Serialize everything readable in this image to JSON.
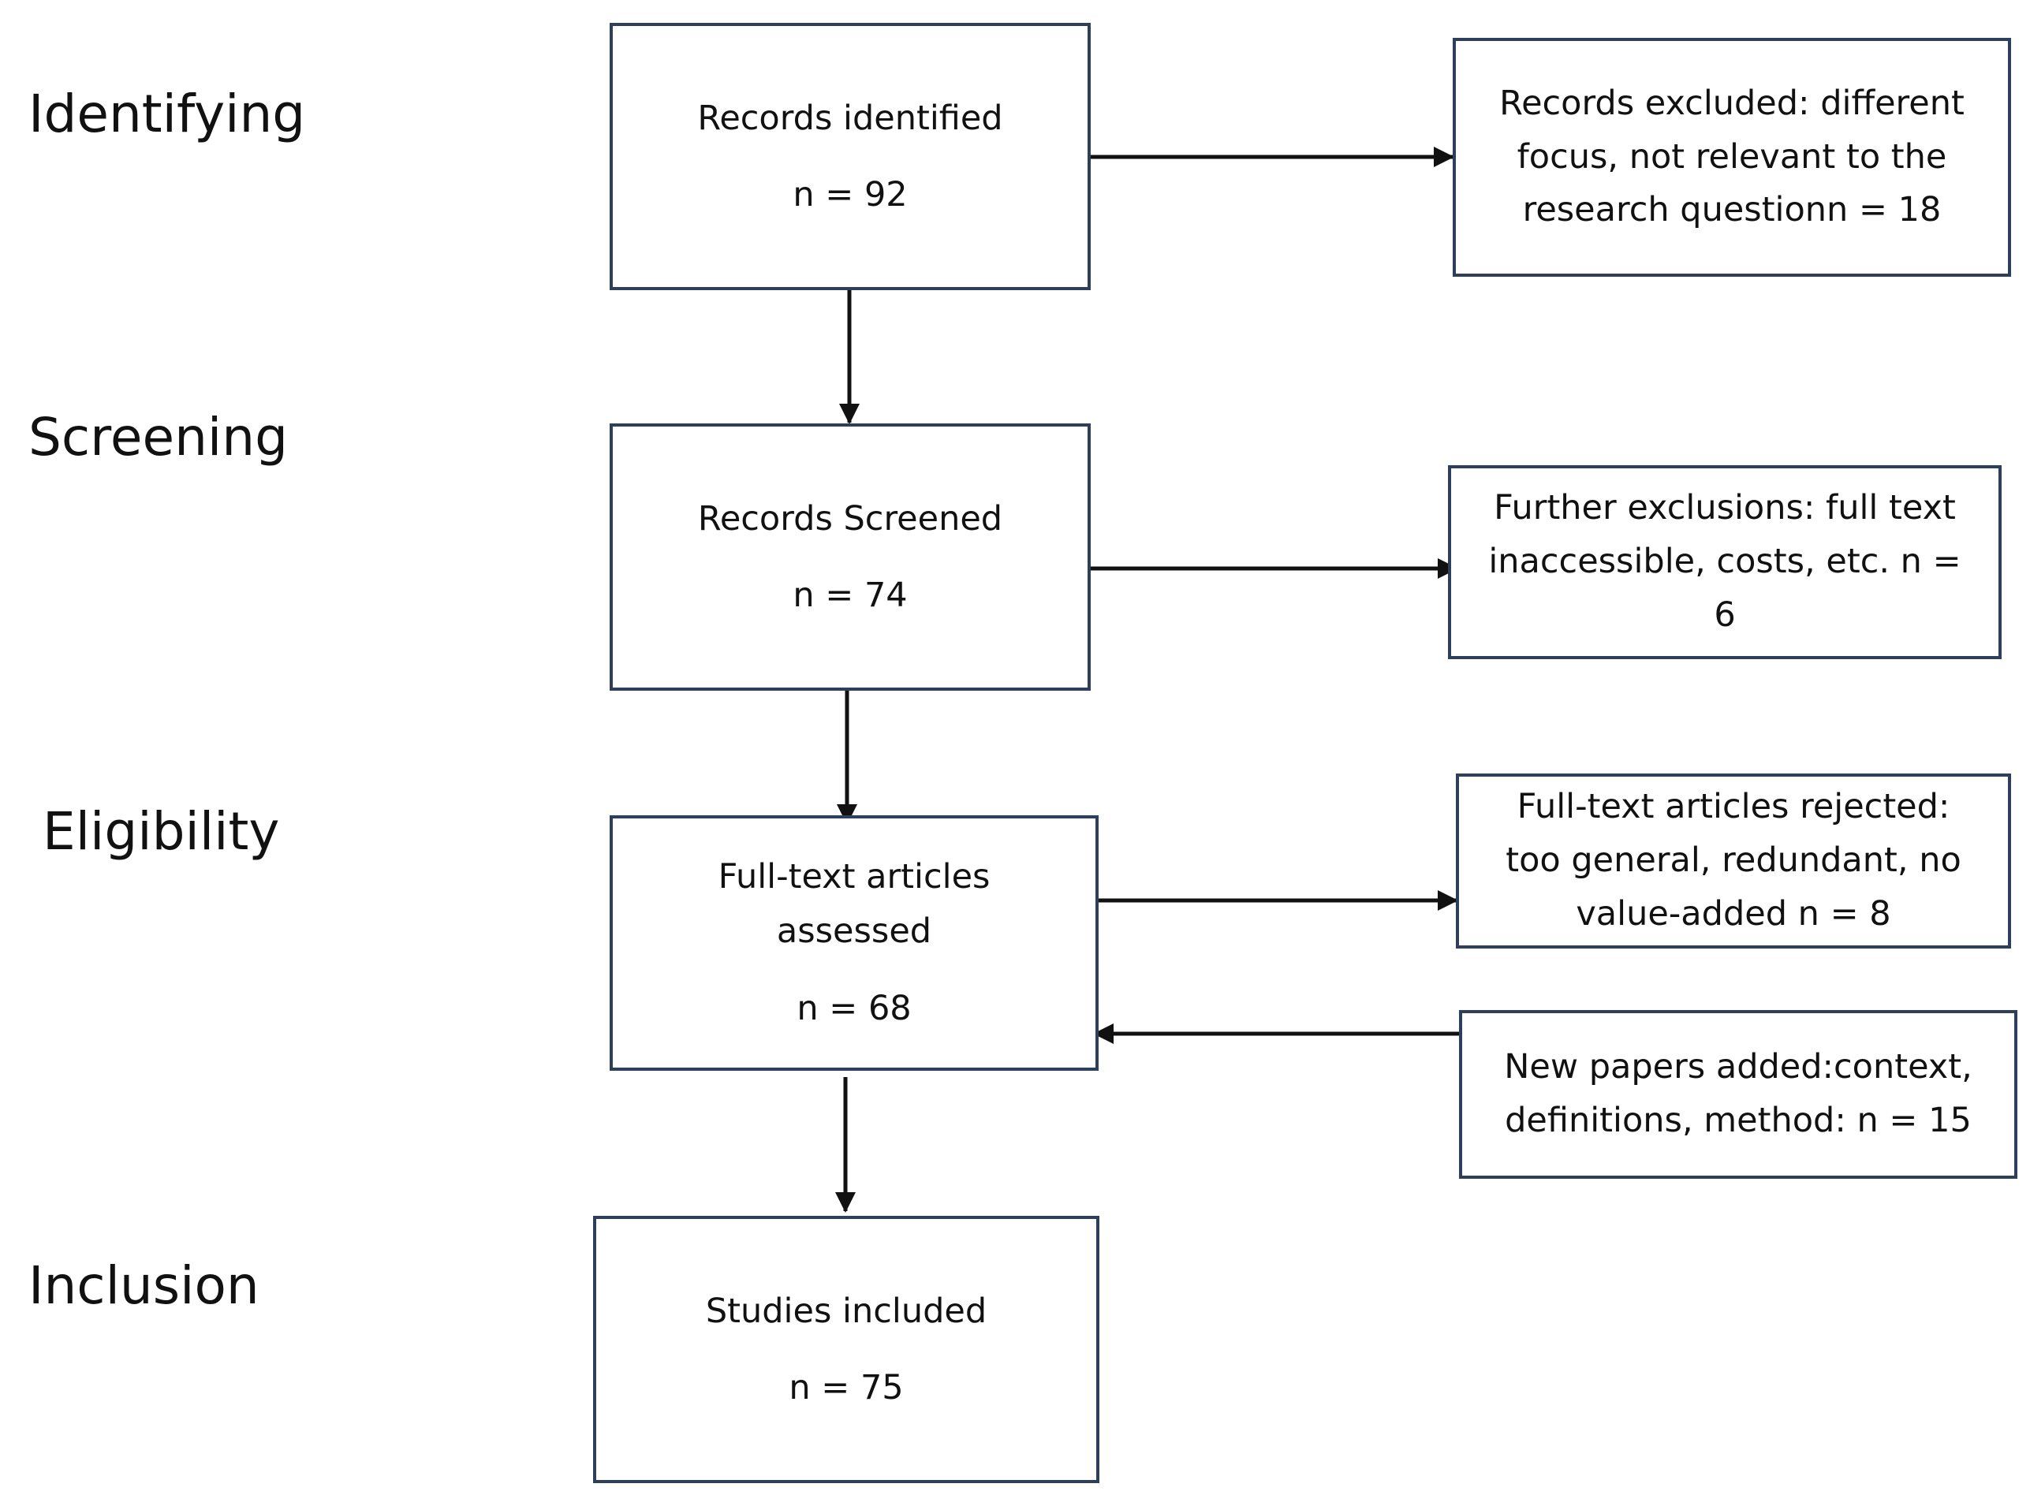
{
  "stages": {
    "identifying": "Identifying",
    "screening": "Screening",
    "eligibility": "Eligibility",
    "inclusion": "Inclusion"
  },
  "main_boxes": {
    "identified": {
      "label": "Records identified",
      "count": "n = 92"
    },
    "screened": {
      "label": "Records Screened",
      "count": "n = 74"
    },
    "assessed": {
      "label_line1": "Full-text articles",
      "label_line2": "assessed",
      "count": "n = 68"
    },
    "included": {
      "label": "Studies included",
      "count": "n = 75"
    }
  },
  "side_boxes": {
    "excluded": "Records excluded: different focus, not relevant to the research questionn = 18",
    "further_exclusions": "Further exclusions: full text inaccessible, costs, etc. n = 6",
    "rejected": "Full-text articles rejected: too general, redundant, no value-added n = 8",
    "new_papers": "New papers added:context, definitions, method: n = 15"
  }
}
